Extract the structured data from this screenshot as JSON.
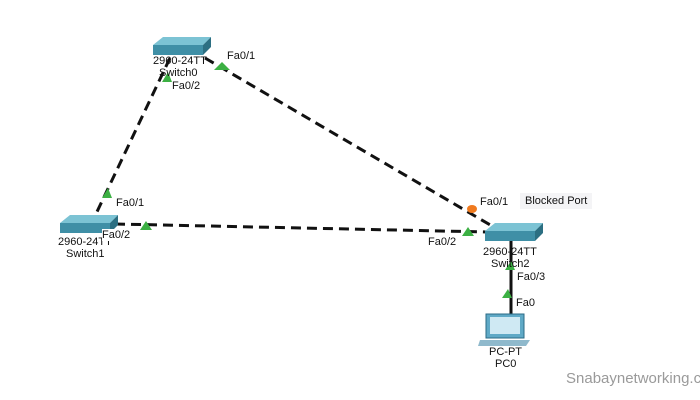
{
  "devices": [
    {
      "model": "2960-24TT",
      "name": "Switch0"
    },
    {
      "model": "2960-24TT",
      "name": "Switch1"
    },
    {
      "model": "2960-24TT",
      "name": "Switch2"
    },
    {
      "model": "PC-PT",
      "name": "PC0"
    }
  ],
  "ports": {
    "sw0_fa01": "Fa0/1",
    "sw0_fa02": "Fa0/2",
    "sw1_fa01": "Fa0/1",
    "sw1_fa02": "Fa0/2",
    "sw2_fa01": "Fa0/1",
    "sw2_fa02": "Fa0/2",
    "sw2_fa03": "Fa0/3",
    "pc_fa0": "Fa0"
  },
  "annotation": "Blocked Port",
  "watermark": "Snabaynetworking.com",
  "colors": {
    "link_up": "#3cb043",
    "link_blocked": "#f07a1e",
    "switch": "#4a9fb5"
  }
}
